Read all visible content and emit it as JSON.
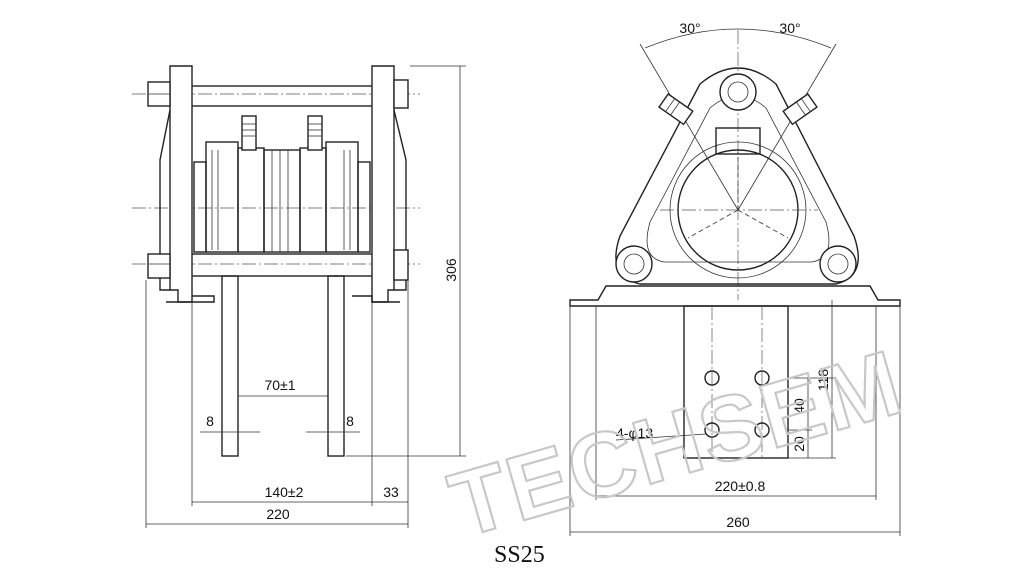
{
  "drawing": {
    "model": "SS25",
    "watermark": "TECHSEM",
    "side_view": {
      "dims": {
        "height": "306",
        "spacing": "70±1",
        "plate_left": "8",
        "plate_right": "8",
        "inner_width": "140±2",
        "offset": "33",
        "overall_width": "220"
      }
    },
    "front_view": {
      "dims": {
        "angle_left": "30°",
        "angle_right": "30°",
        "holes": "4-φ13",
        "mount_width": "220±0.8",
        "base_width": "260",
        "h118": "118",
        "h40": "40",
        "h20": "20"
      }
    }
  }
}
